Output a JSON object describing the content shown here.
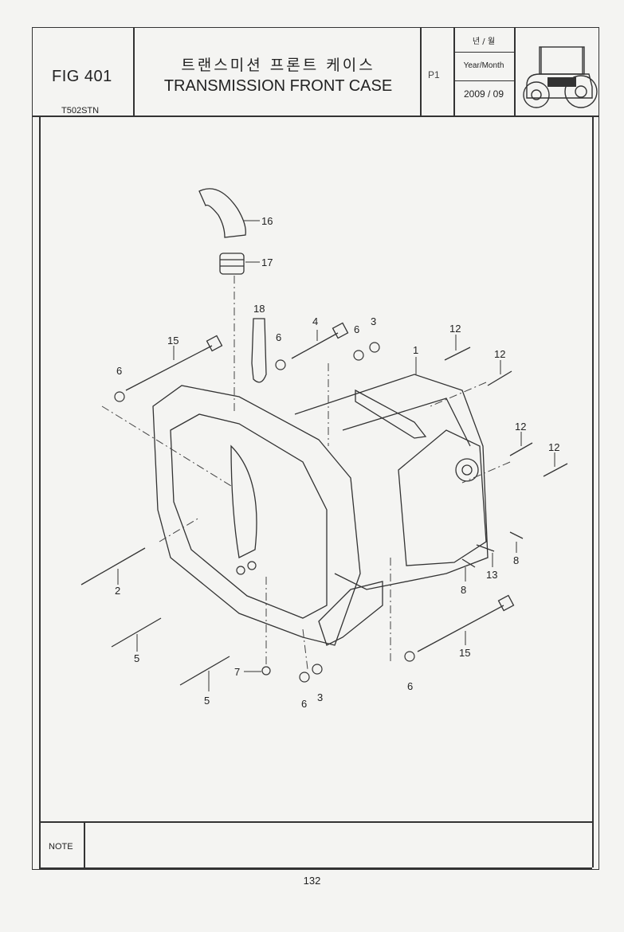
{
  "header": {
    "fig_number": "FIG 401",
    "model_code": "T502STN",
    "title_korean": "트랜스미션 프론트 케이스",
    "title_english": "TRANSMISSION FRONT CASE",
    "page_code": "P1",
    "year_month_korean": "년 / 월",
    "year_month_label": "Year/Month",
    "year_month_value": "2009 / 09",
    "thumbnail_icon": "tractor-icon"
  },
  "diagram": {
    "callouts": [
      "16",
      "17",
      "18",
      "4",
      "6",
      "3",
      "15",
      "6",
      "6",
      "1",
      "12",
      "12",
      "12",
      "12",
      "2",
      "5",
      "5",
      "7",
      "6",
      "3",
      "8",
      "13",
      "8",
      "15",
      "6"
    ]
  },
  "footer": {
    "note_label": "NOTE",
    "page_number": "132"
  }
}
